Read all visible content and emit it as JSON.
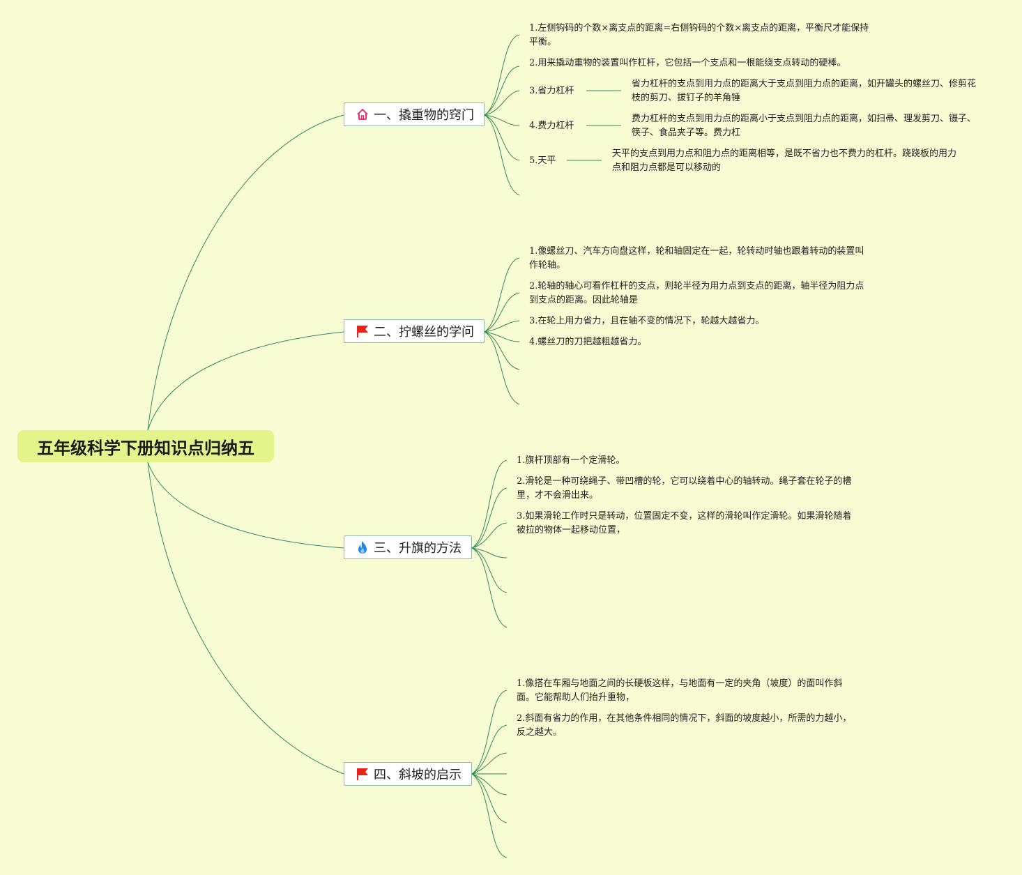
{
  "root": {
    "title": "五年级科学下册知识点归纳五"
  },
  "branches": [
    {
      "label": "一、撬重物的窍门",
      "icon": "home-icon",
      "items": [
        {
          "text": "1.左侧钩码的个数×离支点的距离=右侧钩码的个数×离支点的距离，平衡尺才能保持平衡。"
        },
        {
          "text": "2.用来撬动重物的装置叫作杠杆，它包括一个支点和一根能绕支点转动的硬棒。"
        },
        {
          "text": "3.省力杠杆",
          "detail": "省力杠杆的支点到用力点的距离大于支点到阻力点的距离，如开罐头的螺丝刀、修剪花枝的剪刀、拔钉子的羊角锤"
        },
        {
          "text": "4.费力杠杆",
          "detail": "费力杠杆的支点到用力点的距离小于支点到阻力点的距离，如扫帚、理发剪刀、镊子、筷子、食品夹子等。费力杠"
        },
        {
          "text": "5.天平",
          "detail": "天平的支点到用力点和阻力点的距离相等，是既不省力也不费力的杠杆。跷跷板的用力点和阻力点都是可以移动的"
        }
      ]
    },
    {
      "label": "二、拧螺丝的学问",
      "icon": "red-flag-icon",
      "items": [
        {
          "text": "1.像螺丝刀、汽车方向盘这样，轮和轴固定在一起，轮转动时轴也跟着转动的装置叫作轮轴。"
        },
        {
          "text": "2.轮轴的轴心可看作杠杆的支点，则轮半径为用力点到支点的距离，轴半径为阻力点到支点的距离。因此轮轴是"
        },
        {
          "text": "3.在轮上用力省力，且在轴不变的情况下，轮越大越省力。"
        },
        {
          "text": "4.螺丝刀的刀把越粗越省力。"
        }
      ]
    },
    {
      "label": "三、升旗的方法",
      "icon": "fire-icon",
      "items": [
        {
          "text": "1.旗杆顶部有一个定滑轮。"
        },
        {
          "text": "2.滑轮是一种可绕绳子、带凹槽的轮，它可以绕着中心的轴转动。绳子套在轮子的槽里，才不会滑出来。"
        },
        {
          "text": "3.如果滑轮工作时只是转动，位置固定不变，这样的滑轮叫作定滑轮。如果滑轮随着被拉的物体一起移动位置，"
        }
      ]
    },
    {
      "label": "四、斜坡的启示",
      "icon": "red-flag-icon",
      "items": [
        {
          "text": "1.像搭在车厢与地面之间的长硬板这样，与地面有一定的夹角（坡度）的面叫作斜面。它能帮助人们抬升重物，"
        },
        {
          "text": "2.斜面有省力的作用，在其他条件相同的情况下，斜面的坡度越小，所需的力越小，反之越大。"
        }
      ]
    }
  ],
  "colors": {
    "background": "#f8fcd2",
    "root_fill": "#e2f48a",
    "link": "#2e8b57",
    "flag": "#e8231c",
    "fire": "#1e88e5",
    "home": "#e91e63"
  }
}
